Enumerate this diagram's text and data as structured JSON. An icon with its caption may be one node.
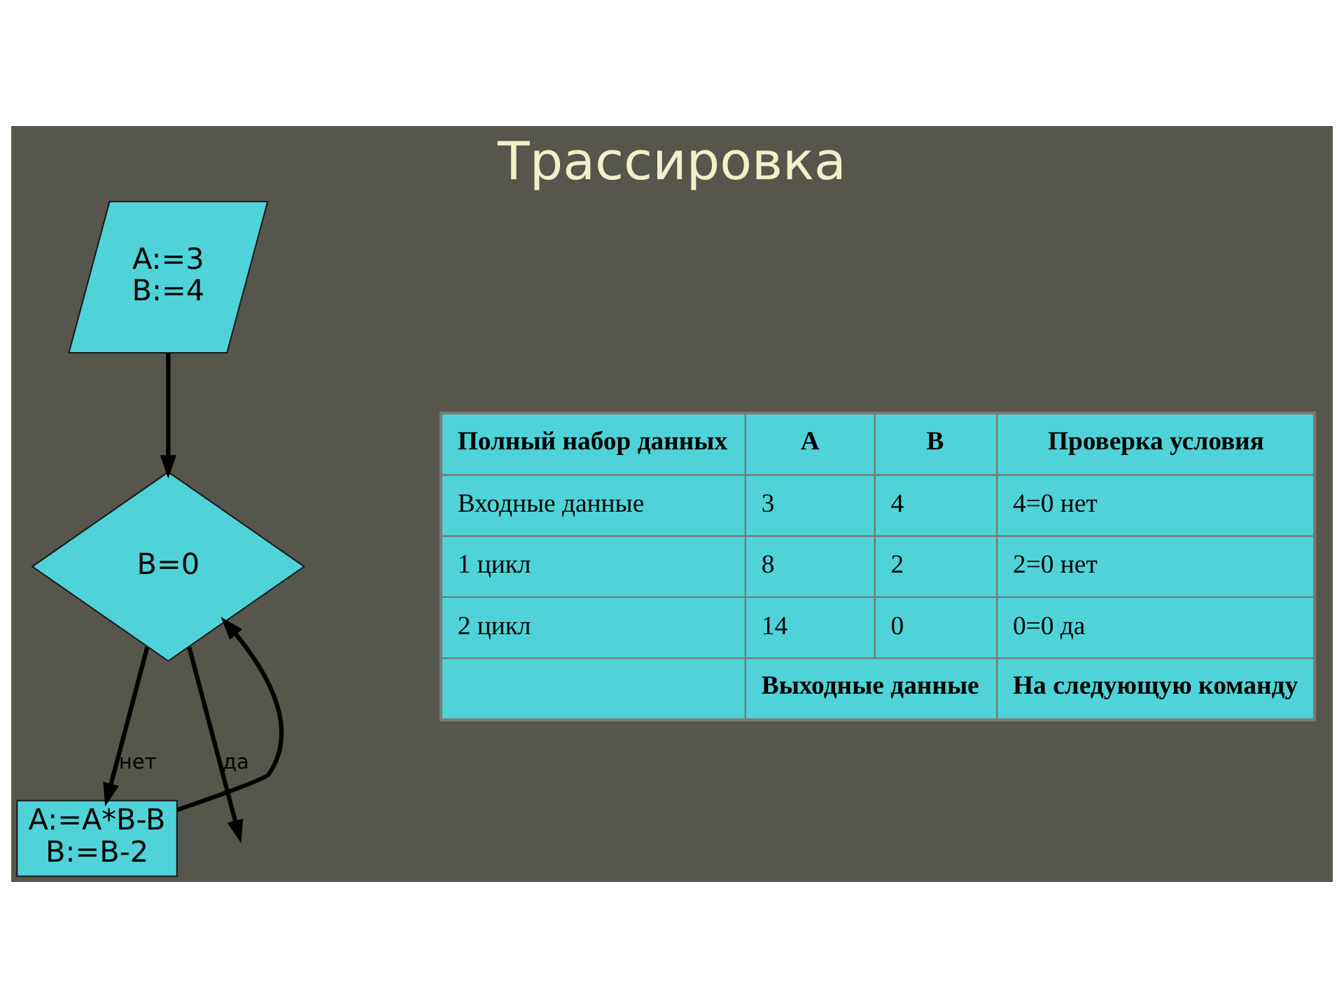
{
  "diagram": {
    "title": "Трассировка",
    "nodes": [
      {
        "text": [
          "A:=3",
          "B:=4"
        ]
      },
      {
        "text": [
          "B=0"
        ]
      },
      {
        "text": [
          "A:=A*B-B",
          "B:=B-2"
        ]
      }
    ],
    "edges": [
      {
        "from": 0,
        "to": 1,
        "arrow": "to"
      },
      {
        "from": 1,
        "to": 2,
        "arrow": "to",
        "label": "нет"
      },
      {
        "from": 2,
        "to": 1,
        "arrow": "to"
      },
      {
        "from": 1,
        "to": null,
        "arrow": "to",
        "label": "да"
      }
    ],
    "labels": [
      "Полный набор данных",
      "A",
      "B",
      "Проверка условия",
      "Входные данные",
      "3",
      "4",
      "4=0 нет",
      "1 цикл",
      "8",
      "2",
      "2=0 нет",
      "2 цикл",
      "14",
      "0",
      "0=0 да",
      "Выходные данные",
      "На следующую команду"
    ]
  }
}
